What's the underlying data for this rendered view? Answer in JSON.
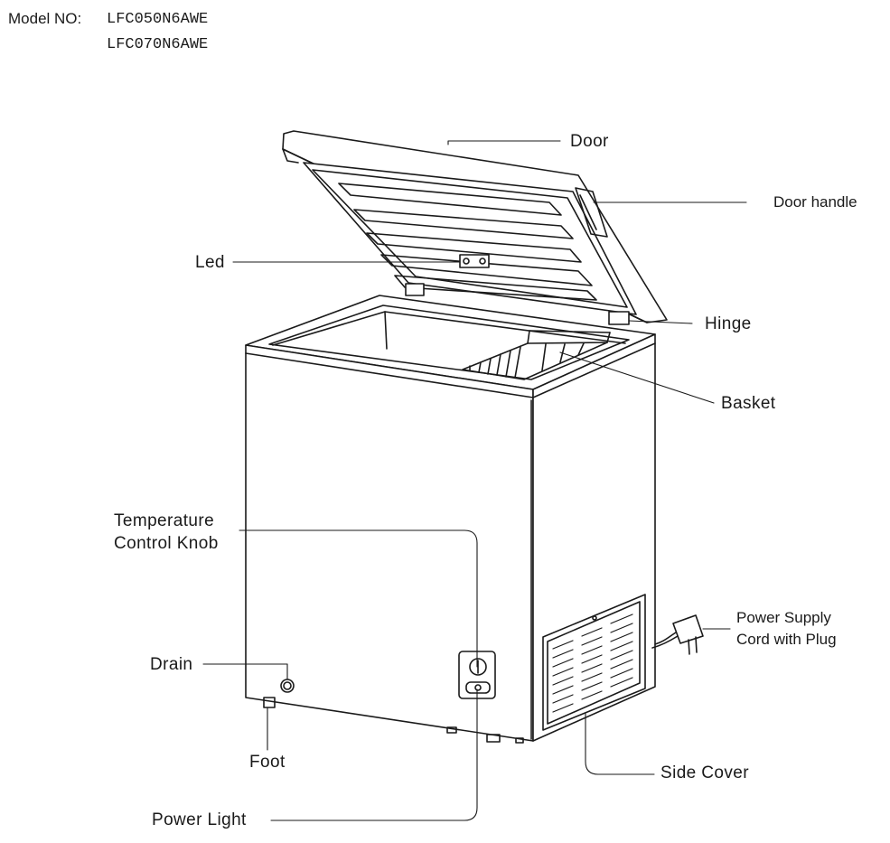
{
  "header": {
    "model_label": "Model NO:",
    "models": [
      "LFC050N6AWE",
      "LFC070N6AWE"
    ]
  },
  "labels": {
    "door": "Door",
    "door_handle": "Door handle",
    "led": "Led",
    "hinge": "Hinge",
    "basket": "Basket",
    "temp_knob_line1": "Temperature",
    "temp_knob_line2": "Control Knob",
    "power_supply_line1": "Power Supply",
    "power_supply_line2": "Cord with Plug",
    "drain": "Drain",
    "foot": "Foot",
    "side_cover": "Side Cover",
    "power_light": "Power Light"
  }
}
